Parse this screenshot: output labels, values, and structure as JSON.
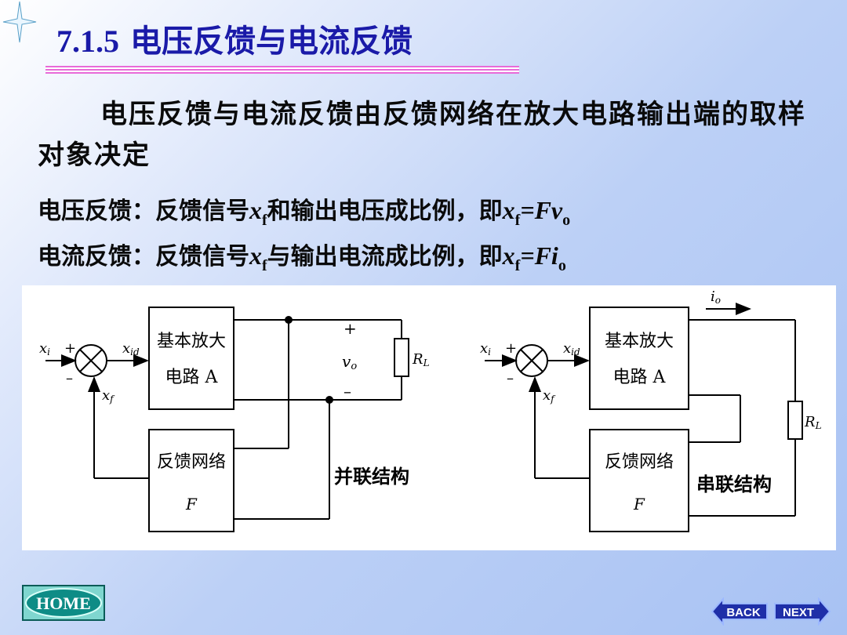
{
  "title": {
    "number": "7.1.5",
    "text": "电压反馈与电流反馈"
  },
  "intro": "电压反馈与电流反馈由反馈网络在放大电路输出端的取样对象决定",
  "voltage_def": {
    "label": "电压反馈：反馈信号",
    "mid": "和输出电压成比例，即",
    "x": "x",
    "f": "f",
    "eq": "=F",
    "v": "v",
    "o": "o"
  },
  "current_def": {
    "label": "电流反馈：反馈信号",
    "mid": "与输出电流成比例，即",
    "x": "x",
    "f": "f",
    "eq": "=F",
    "i": "i",
    "o": "o"
  },
  "diagram_left": {
    "amp_line1": "基本放大",
    "amp_line2": "电路 A",
    "fb_line1": "反馈网络",
    "fb_line2": "F",
    "xi": "x",
    "xi_sub": "i",
    "xid": "x",
    "xid_sub": "id",
    "xf": "x",
    "xf_sub": "f",
    "plus": "+",
    "minus": "–",
    "vo": "v",
    "vo_sub": "o",
    "rl": "R",
    "rl_sub": "L",
    "caption": "并联结构"
  },
  "diagram_right": {
    "amp_line1": "基本放大",
    "amp_line2": "电路 A",
    "fb_line1": "反馈网络",
    "fb_line2": "F",
    "xi": "x",
    "xi_sub": "i",
    "xid": "x",
    "xid_sub": "id",
    "xf": "x",
    "xf_sub": "f",
    "plus": "+",
    "minus": "–",
    "io": "i",
    "io_sub": "o",
    "rl": "R",
    "rl_sub": "L",
    "caption": "串联结构"
  },
  "nav": {
    "home": "HOME",
    "back": "BACK",
    "next": "NEXT"
  },
  "colors": {
    "title": "#1a1aa8",
    "rule": "#e86ad8",
    "home_bg": "#0e8c86",
    "nav_bg": "#1f2fa8"
  }
}
